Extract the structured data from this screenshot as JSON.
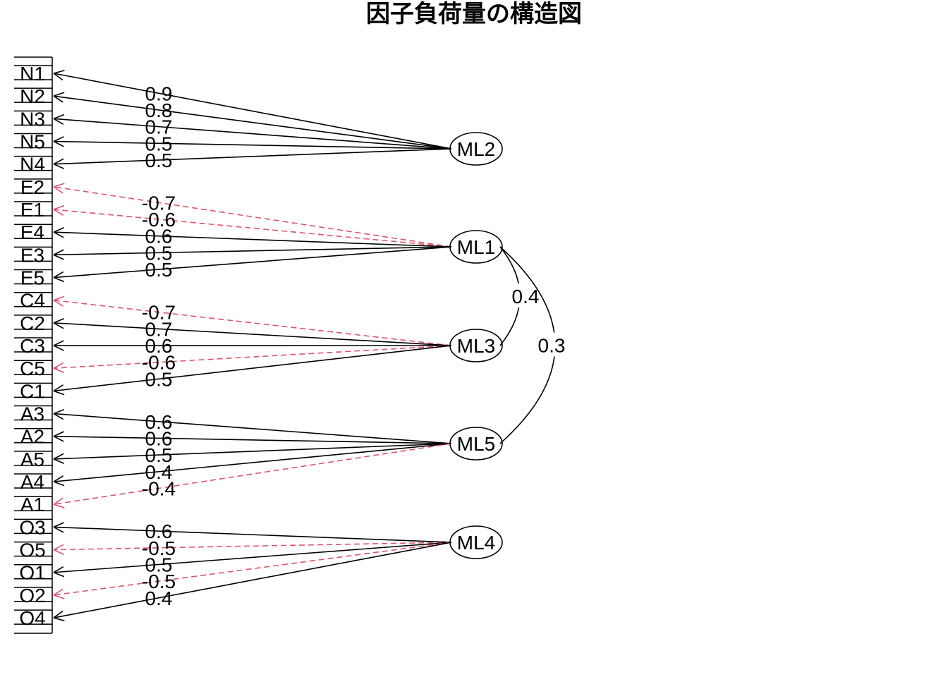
{
  "title": "因子負荷量の構造図",
  "colors": {
    "positive": "#000000",
    "negative": "#DF536B"
  },
  "variables": [
    "N1",
    "N2",
    "N3",
    "N5",
    "N4",
    "E2",
    "E1",
    "E4",
    "E3",
    "E5",
    "C4",
    "C2",
    "C3",
    "C5",
    "C1",
    "A3",
    "A2",
    "A5",
    "A4",
    "A1",
    "O3",
    "O5",
    "O1",
    "O2",
    "O4"
  ],
  "factors": [
    "ML2",
    "ML1",
    "ML3",
    "ML5",
    "ML4"
  ],
  "loadings": [
    {
      "var": "N1",
      "factor": "ML2",
      "value": "0.9"
    },
    {
      "var": "N2",
      "factor": "ML2",
      "value": "0.8"
    },
    {
      "var": "N3",
      "factor": "ML2",
      "value": "0.7"
    },
    {
      "var": "N5",
      "factor": "ML2",
      "value": "0.5"
    },
    {
      "var": "N4",
      "factor": "ML2",
      "value": "0.5"
    },
    {
      "var": "E2",
      "factor": "ML1",
      "value": "-0.7"
    },
    {
      "var": "E1",
      "factor": "ML1",
      "value": "-0.6"
    },
    {
      "var": "E4",
      "factor": "ML1",
      "value": "0.6"
    },
    {
      "var": "E3",
      "factor": "ML1",
      "value": "0.5"
    },
    {
      "var": "E5",
      "factor": "ML1",
      "value": "0.5"
    },
    {
      "var": "C4",
      "factor": "ML3",
      "value": "-0.7"
    },
    {
      "var": "C2",
      "factor": "ML3",
      "value": "0.7"
    },
    {
      "var": "C3",
      "factor": "ML3",
      "value": "0.6"
    },
    {
      "var": "C5",
      "factor": "ML3",
      "value": "-0.6"
    },
    {
      "var": "C1",
      "factor": "ML3",
      "value": "0.5"
    },
    {
      "var": "A3",
      "factor": "ML5",
      "value": "0.6"
    },
    {
      "var": "A2",
      "factor": "ML5",
      "value": "0.6"
    },
    {
      "var": "A5",
      "factor": "ML5",
      "value": "0.5"
    },
    {
      "var": "A4",
      "factor": "ML5",
      "value": "0.4"
    },
    {
      "var": "A1",
      "factor": "ML5",
      "value": "-0.4"
    },
    {
      "var": "O3",
      "factor": "ML4",
      "value": "0.6"
    },
    {
      "var": "O5",
      "factor": "ML4",
      "value": "-0.5"
    },
    {
      "var": "O1",
      "factor": "ML4",
      "value": "0.5"
    },
    {
      "var": "O2",
      "factor": "ML4",
      "value": "-0.5"
    },
    {
      "var": "O4",
      "factor": "ML4",
      "value": "0.4"
    }
  ],
  "correlations": [
    {
      "from": "ML1",
      "to": "ML3",
      "value": "0.4"
    },
    {
      "from": "ML1",
      "to": "ML5",
      "value": "0.3"
    }
  ]
}
